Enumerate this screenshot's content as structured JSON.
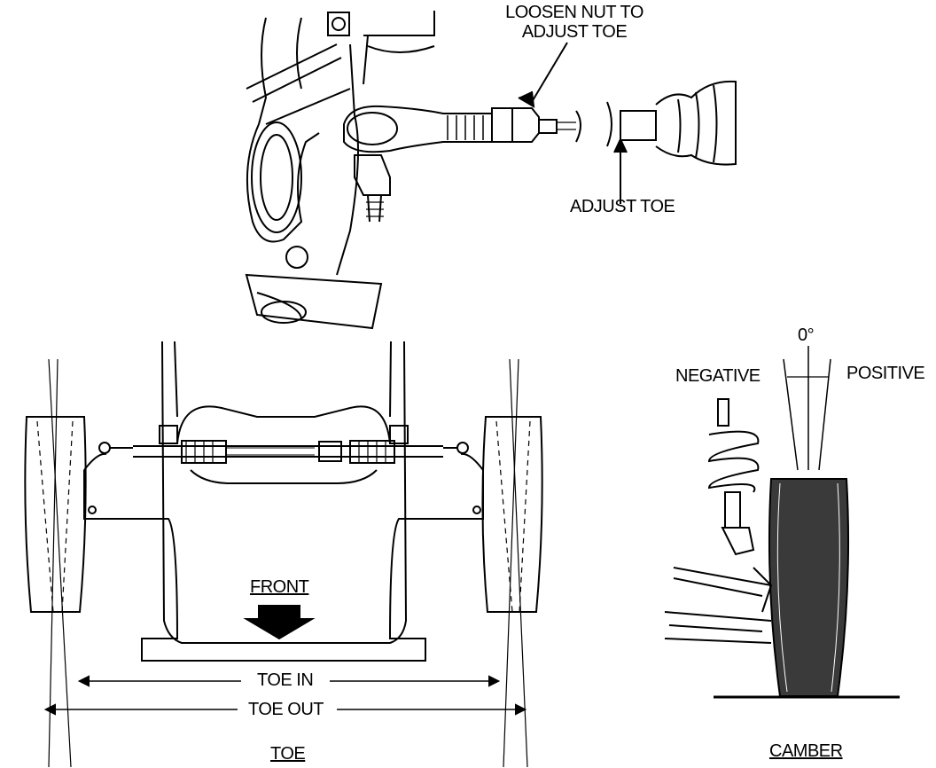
{
  "labels": {
    "loosen_nut": [
      "LOOSEN NUT TO",
      "ADJUST TOE"
    ],
    "adjust_toe": "ADJUST TOE",
    "front": "FRONT",
    "toe_in": "TOE IN",
    "toe_out": "TOE OUT",
    "toe_caption": "TOE",
    "zero_degree": "0°",
    "negative": "NEGATIVE",
    "positive": "POSITIVE",
    "camber_caption": "CAMBER"
  },
  "colors": {
    "ink": "#000000",
    "paper": "#ffffff",
    "tire_fill": "#3a3a3a"
  }
}
